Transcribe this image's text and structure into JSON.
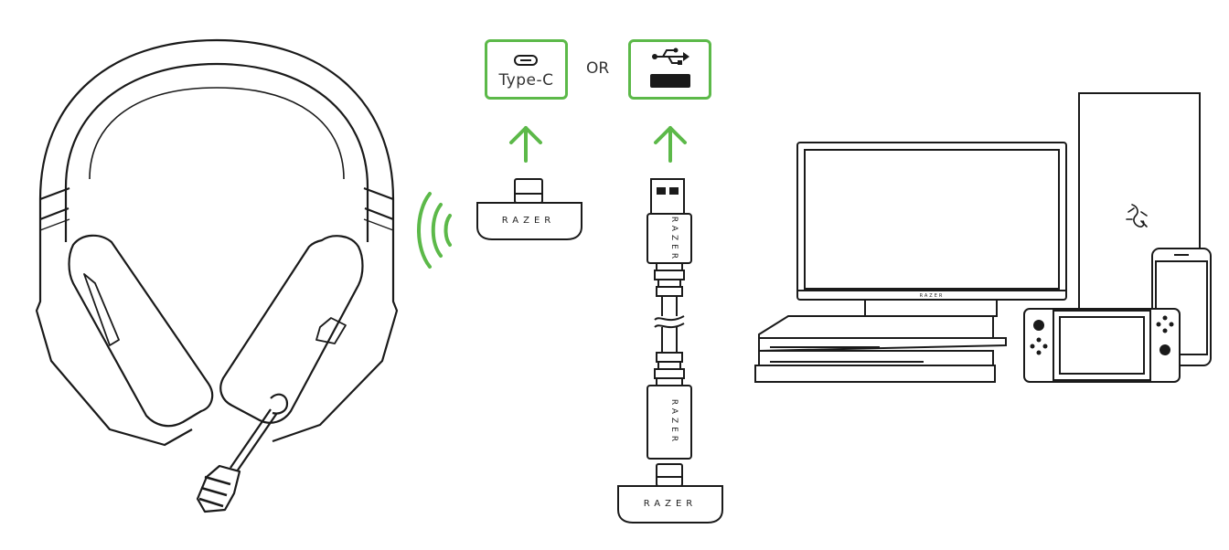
{
  "ports": {
    "type_c_label": "Type-C",
    "or_label": "OR",
    "usb_a_icon": "usb-icon"
  },
  "brand": {
    "dongle_text": "RAZER",
    "cable_text": "RAZER",
    "monitor_text": "RAZER"
  },
  "colors": {
    "accent": "#5cb949",
    "line": "#1a1a1a"
  }
}
